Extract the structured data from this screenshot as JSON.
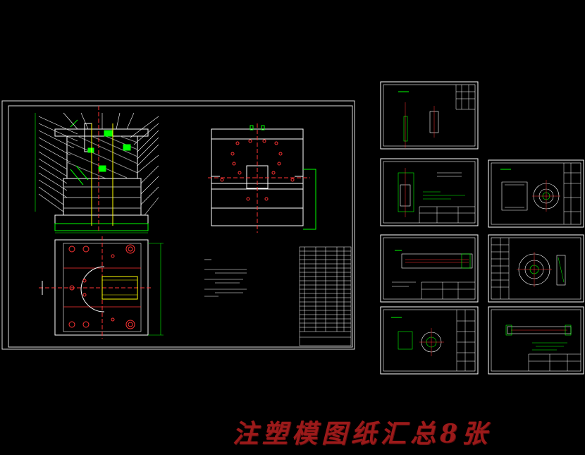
{
  "caption": "注塑模图纸汇总8张",
  "colors": {
    "background": "#000000",
    "frame": "#ffffff",
    "green": "#00ff00",
    "red": "#ff3030",
    "yellow": "#ffff00",
    "magenta": "#ff00ff",
    "caption": "#9b1a1a"
  },
  "sheets": [
    {
      "name": "main-assembly-sheet"
    },
    {
      "name": "part-sheet-1"
    },
    {
      "name": "part-sheet-2"
    },
    {
      "name": "part-sheet-3"
    },
    {
      "name": "part-sheet-4"
    },
    {
      "name": "part-sheet-5"
    },
    {
      "name": "part-sheet-6"
    },
    {
      "name": "part-sheet-7"
    }
  ]
}
